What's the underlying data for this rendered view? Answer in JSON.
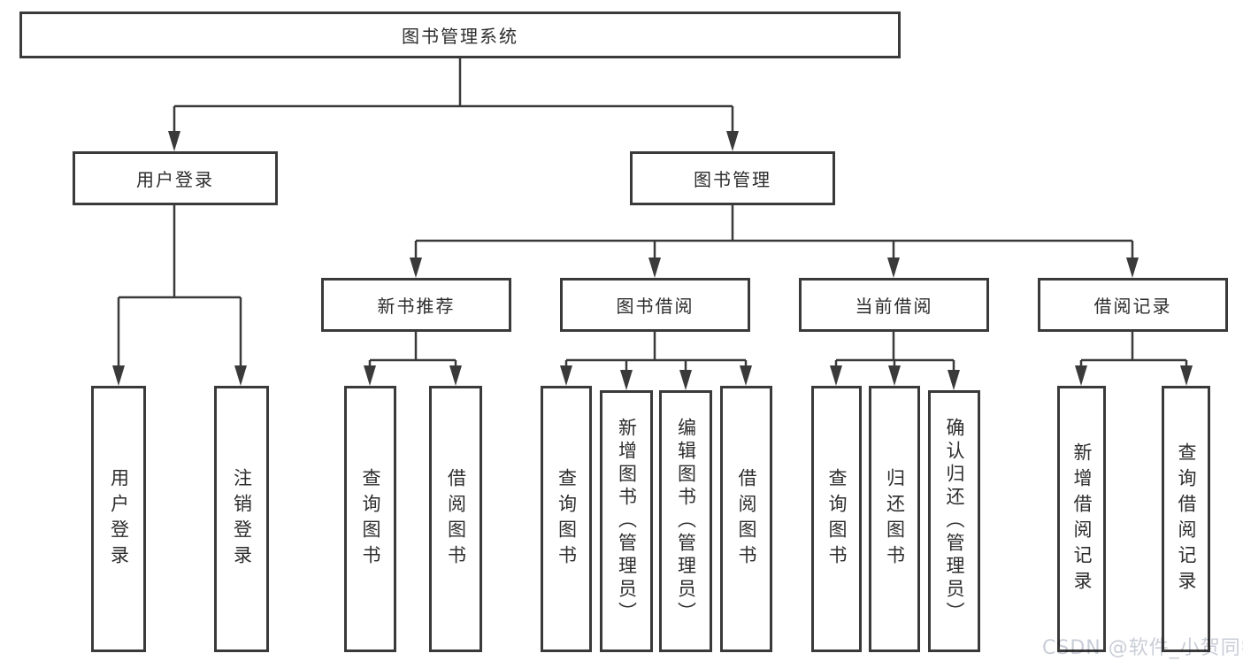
{
  "page": {
    "background": "#ffffff"
  },
  "colors": {
    "line": "#3a3a3a",
    "box_border": "#3a3a3a",
    "text": "#2d2d2d",
    "watermark": "#c9cdd7"
  },
  "watermark": {
    "text": "CSDN @软件_小贺同学"
  },
  "diagram": {
    "type": "hierarchy-tree",
    "root": {
      "label": "图书管理系统"
    },
    "level2": {
      "user_login": {
        "label": "用户登录"
      },
      "book_management": {
        "label": "图书管理"
      }
    },
    "level3": {
      "new_book_recommend": {
        "label": "新书推荐"
      },
      "book_borrowing": {
        "label": "图书借阅"
      },
      "current_borrowing": {
        "label": "当前借阅"
      },
      "borrowing_records": {
        "label": "借阅记录"
      }
    },
    "level4": {
      "user_login_children": [
        "用户登录",
        "注销登录"
      ],
      "new_book_recommend_children": [
        "查询图书",
        "借阅图书"
      ],
      "book_borrowing_children": [
        "查询图书",
        "新增图书（管理员）",
        "编辑图书（管理员）",
        "借阅图书"
      ],
      "current_borrowing_children": [
        "查询图书",
        "归还图书",
        "确认归还（管理员）"
      ],
      "borrowing_records_children": [
        "新增借阅记录",
        "查询借阅记录"
      ]
    }
  }
}
